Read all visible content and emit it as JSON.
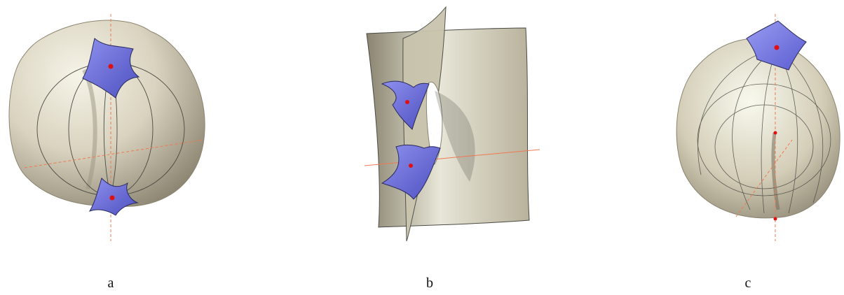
{
  "figure": {
    "panels": [
      {
        "id": "a",
        "label": "a"
      },
      {
        "id": "b",
        "label": "b"
      },
      {
        "id": "c",
        "label": "c"
      }
    ],
    "colors": {
      "surface": "#d9d3bf",
      "surface_shadow": "#8a8470",
      "surface_highlight": "#f8f9ee",
      "patch": "#6d6fdc",
      "patch_edge": "#2a2a5a",
      "axis": "#f07850",
      "point": "#e01010",
      "curve": "#4a4a44"
    }
  }
}
